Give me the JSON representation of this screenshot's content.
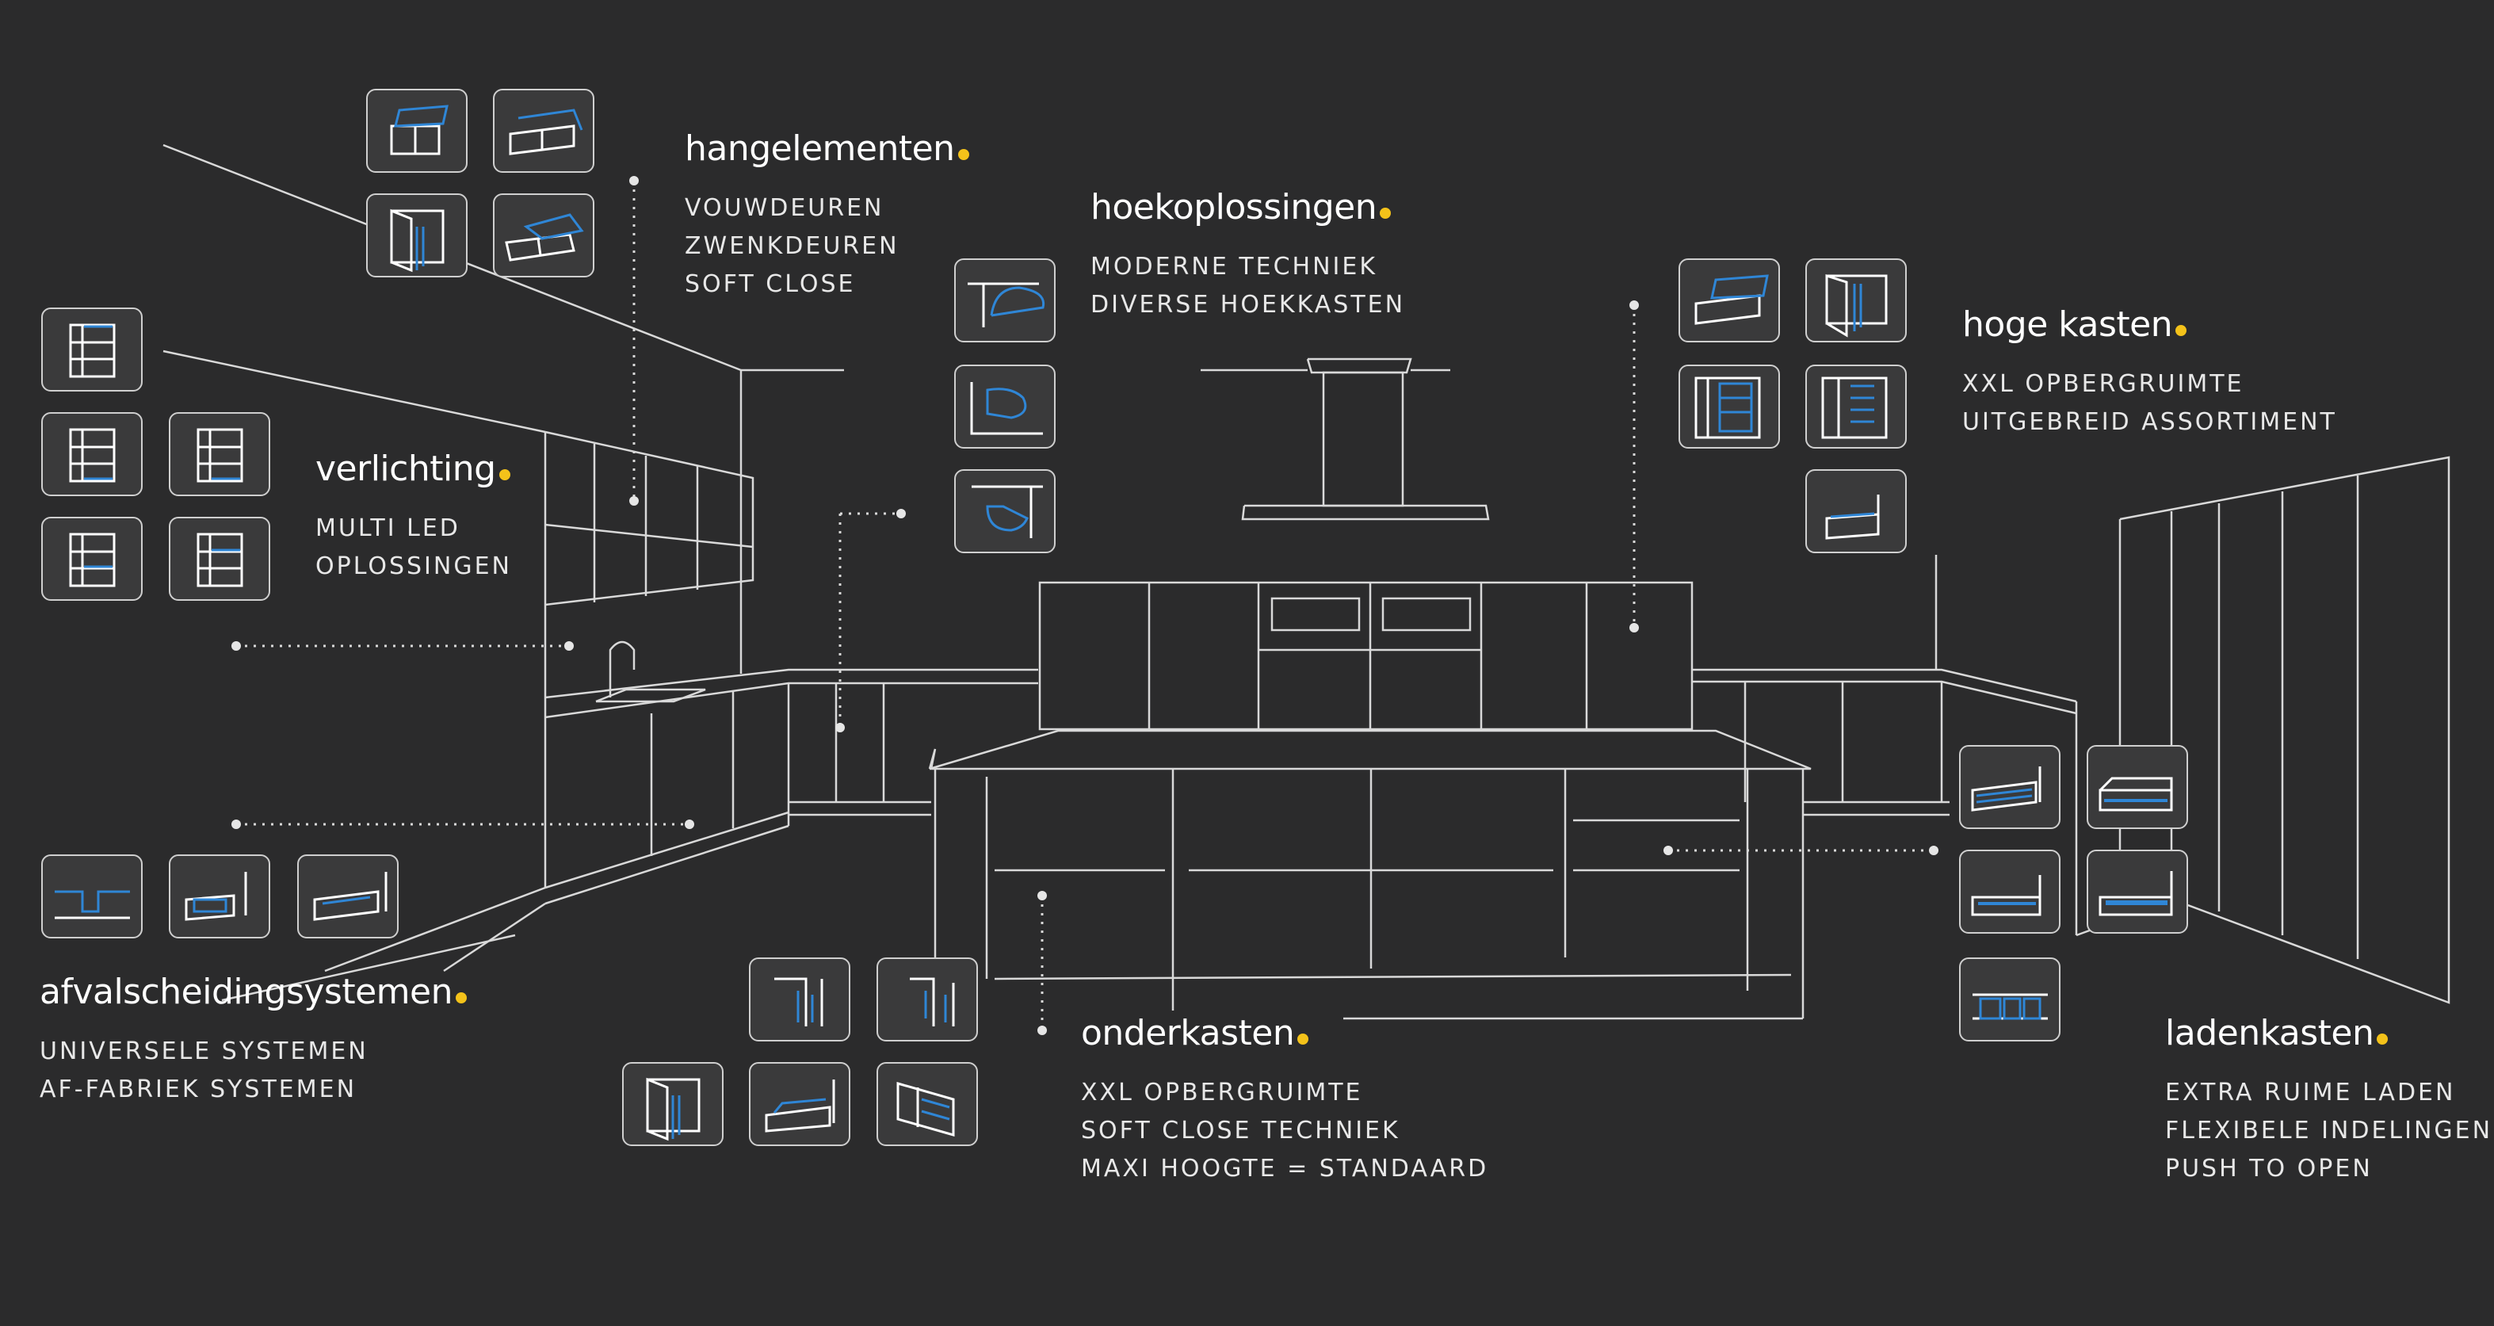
{
  "colors": {
    "background": "#2b2b2c",
    "line": "#d9d9d9",
    "accent_dot": "#f4c21a",
    "icon_blue": "#2f86d6",
    "tile_border": "#cfcfcf",
    "tile_fill": "#3a3a3b"
  },
  "categories": {
    "hangelementen": {
      "title": "hangelementen",
      "items": [
        "VOUWDEUREN",
        "ZWENKDEUREN",
        "SOFT CLOSE"
      ]
    },
    "hoekoplossingen": {
      "title": "hoekoplossingen",
      "items": [
        "MODERNE TECHNIEK",
        "DIVERSE HOEKKASTEN"
      ]
    },
    "hoge_kasten": {
      "title": "hoge kasten",
      "items": [
        "XXL OPBERGRUIMTE",
        "UITGEBREID ASSORTIMENT"
      ]
    },
    "verlichting": {
      "title": "verlichting",
      "items": [
        "MULTI LED",
        "OPLOSSINGEN"
      ]
    },
    "afvalscheidingsystemen": {
      "title": "afvalscheidingsystemen",
      "items": [
        "UNIVERSELE SYSTEMEN",
        "AF-FABRIEK SYSTEMEN"
      ]
    },
    "onderkasten": {
      "title": "onderkasten",
      "items": [
        "XXL OPBERGRUIMTE",
        "SOFT CLOSE TECHNIEK",
        "MAXI HOOGTE = STANDAARD"
      ]
    },
    "ladenkasten": {
      "title": "ladenkasten",
      "items": [
        "EXTRA RUIME LADEN",
        "FLEXIBELE INDELINGEN",
        "PUSH TO OPEN"
      ]
    }
  }
}
